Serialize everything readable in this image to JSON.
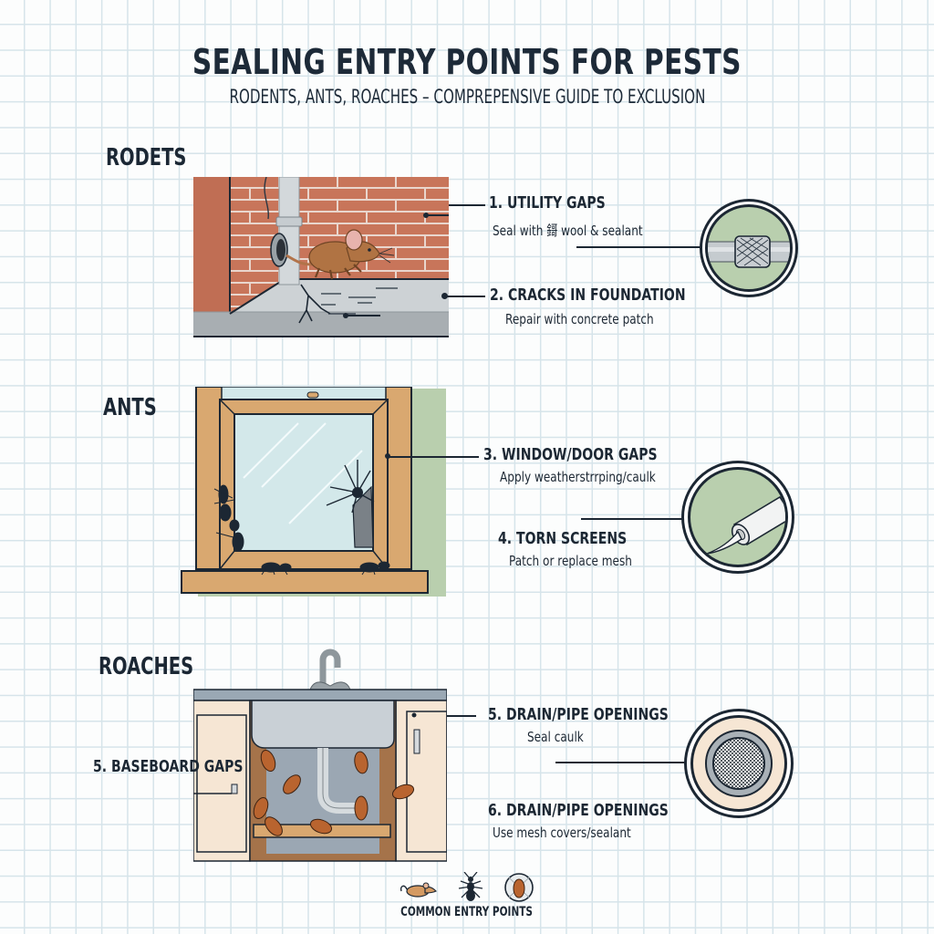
{
  "header": {
    "title": "SEALING ENTRY POINTS FOR PESTS",
    "subtitle": "RODENTS, ANTS, ROACHES – COMPREPENSIVE GUIDE TO EXCLUSION"
  },
  "sections": [
    {
      "label": "RODETS",
      "illustration": "mouse-at-brick-wall-pipe",
      "callouts": [
        {
          "title": "1. UTILITY GAPS",
          "description": "Seal with 鎶 wool & sealant"
        },
        {
          "title": "2. CRACKS IN FOUNDATION",
          "description": "Repair with concrete patch"
        }
      ],
      "badge_icon": "steel-wool-pipe-icon"
    },
    {
      "label": "ANTS",
      "illustration": "ants-on-window-frame",
      "callouts": [
        {
          "title": "3. WINDOW/DOOR GAPS",
          "description": "Apply weatherstrrping/caulk"
        },
        {
          "title": "4. TORN SCREENS",
          "description": "Patch or replace mesh"
        }
      ],
      "badge_icon": "caulk-tube-icon"
    },
    {
      "label": "ROACHES",
      "illustration": "roaches-under-sink",
      "side_callout": {
        "title": "5. BASEBOARD GAPS"
      },
      "callouts": [
        {
          "title": "5. DRAIN/PIPE OPENINGS",
          "description": "Seal caulk"
        },
        {
          "title": "6. DRAIN/PIPE OPENINGS",
          "description": "Use mesh covers/sealant"
        }
      ],
      "badge_icon": "drain-mesh-cover-icon"
    }
  ],
  "footer": {
    "icons": [
      "mouse-icon",
      "ant-icon",
      "roach-icon"
    ],
    "label": "COMMON ENTRY POINTS"
  },
  "colors": {
    "ink": "#1c2733",
    "brick": "#c8755a",
    "concrete": "#c9ced1",
    "wood": "#d9a870",
    "sage": "#b9cfae",
    "glass": "#d3e8ea",
    "cabinet": "#f6e6d4",
    "roach": "#b9642f"
  }
}
